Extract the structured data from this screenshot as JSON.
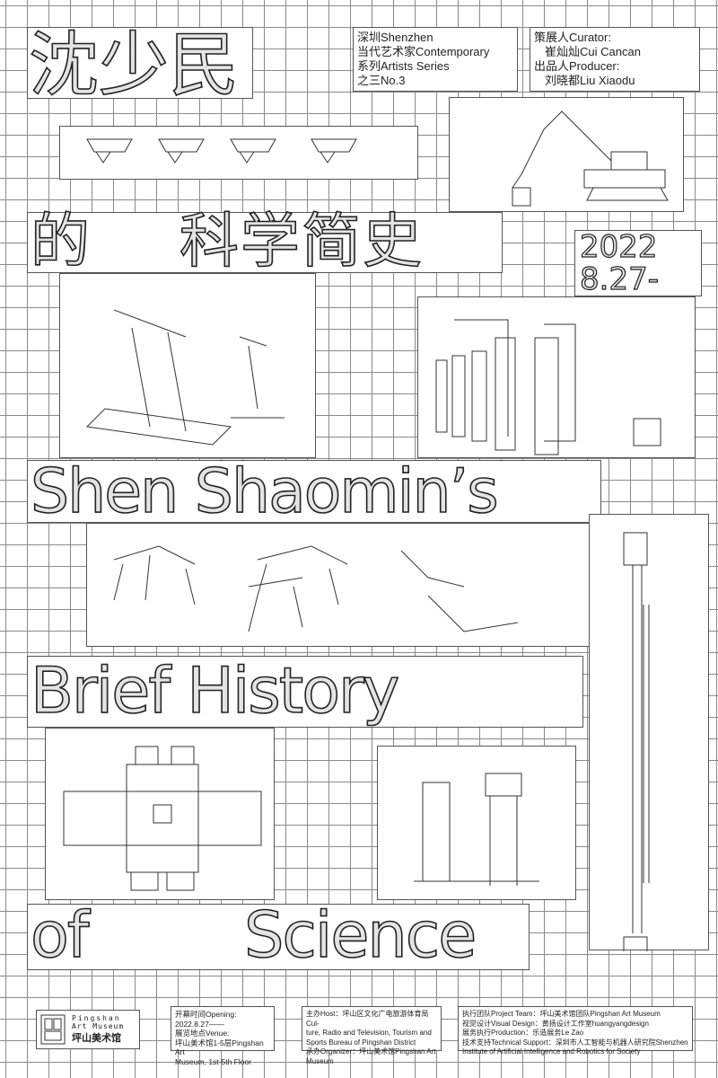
{
  "title_cn_1": "沈少民",
  "title_cn_2a": "的",
  "title_cn_2b": "科学简史",
  "title_en_1": "Shen Shaomin’s",
  "title_en_2": "Brief History",
  "title_en_3a": "of",
  "title_en_3b": "Science",
  "series": [
    "深圳Shenzhen",
    "当代艺术家Contemporary",
    "系列Artists Series",
    "之三No.3"
  ],
  "credits": [
    "策展人Curator:",
    "崔灿灿Cui Cancan",
    "出品人Producer:",
    "刘晓都Liu Xiaodu"
  ],
  "date": {
    "year": "2022",
    "day": "8.27-"
  },
  "logo": {
    "en1": "Pingshan",
    "en2": "Art Museum",
    "cn": "坪山美术馆"
  },
  "opening": [
    "开幕时间Opening:",
    "2022.8.27——",
    "展览地点Venue:",
    "坪山美术馆1-5层Pingshan Art",
    "Museum, 1st-5th Floor"
  ],
  "host": [
    "主办Host：坪山区文化广电旅游体育局Cul-",
    "ture, Radio and Television, Tourism and",
    "Sports Bureau of Pingshan District",
    "承办Organizer：坪山美术馆Pingshan Art",
    "Museum"
  ],
  "team": [
    "执行团队Project Team：坪山美术馆团队Pingshan Art Museum",
    "视觉设计Visual Design：黄扬设计工作室huangyangdesign",
    "展务执行Production：乐造展务Le Zao",
    "技术支持Technical Support：深圳市人工智能与机器人研究院Shenzhen",
    "Institute of Artificial Intelligence and Robotics for Society"
  ]
}
